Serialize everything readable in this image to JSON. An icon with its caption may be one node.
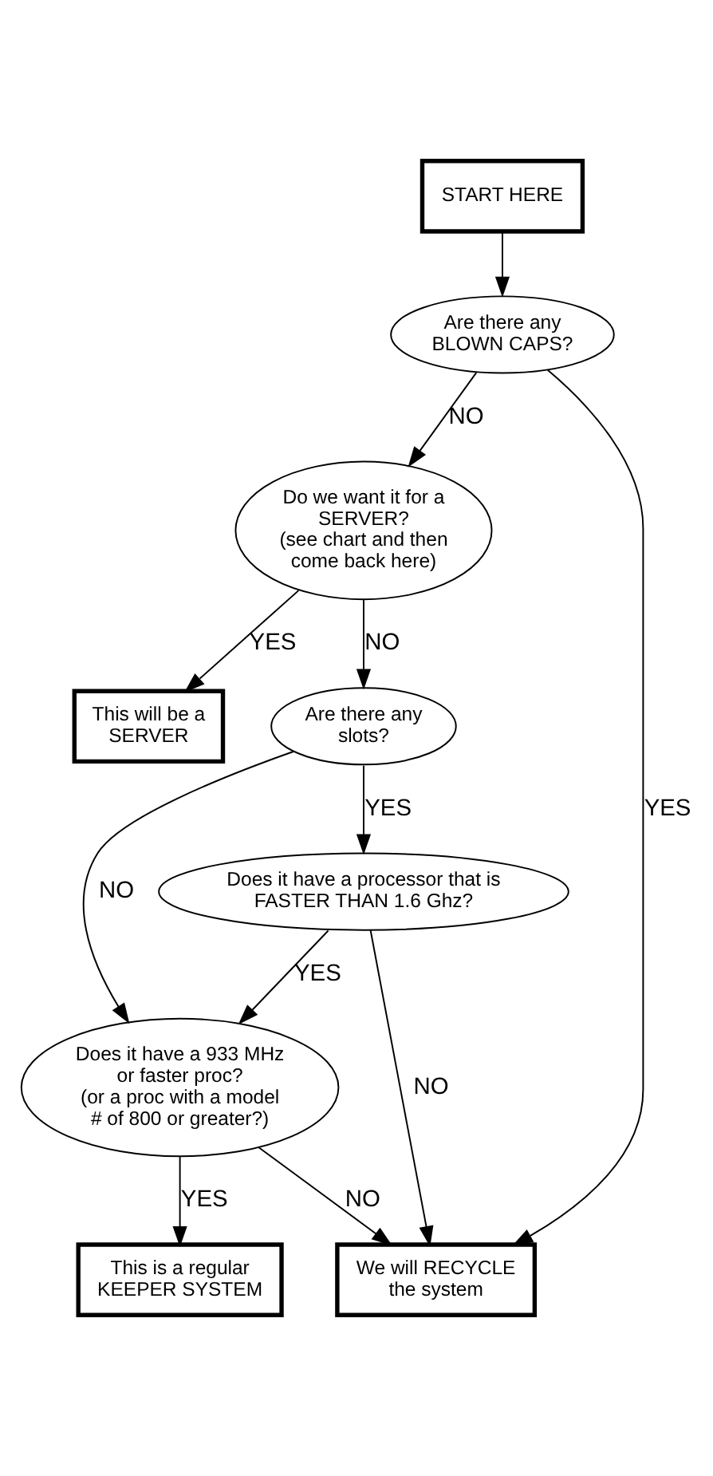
{
  "diagram": {
    "nodes": [
      {
        "text": [
          "START HERE"
        ]
      },
      {
        "text": [
          "Are there any BLOWN CAPS?"
        ]
      },
      {
        "text": [
          "Do we want it for a SERVER? (see chart and then come back here)"
        ]
      },
      {
        "text": [
          "This will be a SERVER"
        ]
      },
      {
        "text": [
          "Are there any slots?"
        ]
      },
      {
        "text": [
          "Does it have a processor that is FASTER THAN 1.6 Ghz?"
        ]
      },
      {
        "text": [
          "Does it have a 933 MHz or faster proc? (or a proc with a model # of 800 or greater?)"
        ]
      },
      {
        "text": [
          "This is a regular KEEPER SYSTEM"
        ]
      },
      {
        "text": [
          "We will RECYCLE the system"
        ]
      }
    ],
    "edges": [
      {
        "from": 0,
        "to": 1,
        "arrow": "to"
      },
      {
        "from": 1,
        "to": 2,
        "arrow": "to",
        "label": "NO"
      },
      {
        "from": 1,
        "to": 8,
        "arrow": "to",
        "label": "YES"
      },
      {
        "from": 2,
        "to": 3,
        "arrow": "to",
        "label": "YES"
      },
      {
        "from": 2,
        "to": 4,
        "arrow": "to",
        "label": "NO"
      },
      {
        "from": 4,
        "to": 5,
        "arrow": "to",
        "label": "YES"
      },
      {
        "from": 4,
        "to": 6,
        "arrow": "to",
        "label": "NO"
      },
      {
        "from": 5,
        "to": 6,
        "arrow": "to",
        "label": "YES"
      },
      {
        "from": 5,
        "to": 8,
        "arrow": "to",
        "label": "NO"
      },
      {
        "from": 6,
        "to": 7,
        "arrow": "to",
        "label": "YES"
      },
      {
        "from": 6,
        "to": 8,
        "arrow": "to",
        "label": "NO"
      }
    ]
  }
}
